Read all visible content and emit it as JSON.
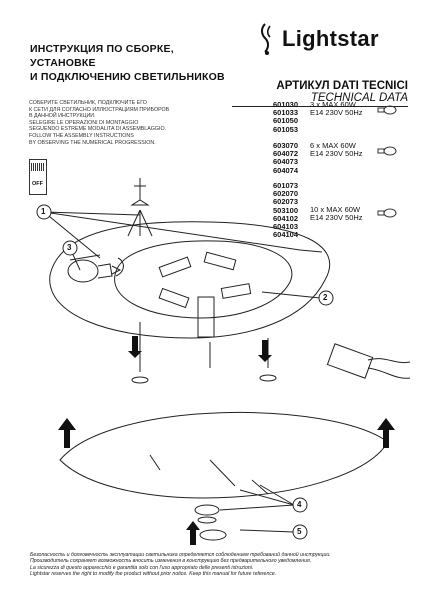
{
  "header": {
    "title_lines": [
      "ИНСТРУКЦИЯ ПО СБОРКЕ, УСТАНОВКЕ",
      "И  ПОДКЛЮЧЕНИЮ  СВЕТИЛЬНИКОВ"
    ],
    "brand": "Lightstar",
    "article_label": "АРТИКУЛ DATI TECNICI",
    "article_sub": "TECHNICAL DATA"
  },
  "model_groups": [
    {
      "codes": [
        "601030",
        "601033",
        "601050",
        "601053"
      ],
      "spec_lines": [
        "3 x MAX 60W",
        "E14 230V 50Hz"
      ]
    },
    {
      "codes": [
        "603070",
        "604072",
        "604073",
        "604074"
      ],
      "spec_lines": [
        "6 x MAX 60W",
        "E14 230V 50Hz"
      ]
    },
    {
      "codes": [
        "601073",
        "602070",
        "602073",
        "503100",
        "604102",
        "604103",
        "604104"
      ],
      "spec_lines": [
        "10 x MAX 60W",
        "E14 230V 50Hz"
      ]
    }
  ],
  "warning_lines": [
    "СОБЕРИТЕ СВЕТИЛЬНИК, ПОДКЛЮЧИТЕ ЕГО",
    "К СЕТИ ДЛЯ СОГЛАСНО ИЛЛЮСТРАЦИЯМ ПРИБОРОВ",
    "В ДАННОЙ ИНСТРУКЦИИ.",
    "SELEGIRE LE OPERAZIONI DI MONTAGGIO",
    "SEGUENDO ESTREME MODALITA DI ASSEMBLAGGIO.",
    "FOLLOW THE ASSEMBLY INSTRUCTIONS",
    "BY OBSERVING THE NUMERICAL PROGRESSION."
  ],
  "switch_label": "OFF",
  "callouts": [
    "1",
    "2",
    "3",
    "4",
    "5"
  ],
  "footer_lines": [
    "Безопасность и долговечность эксплуатации светильника определяется соблюдением требований данной инструкции.",
    "Производитель сохраняет возможность вносить изменения в конструкцию без предварительного уведомления.",
    "La sicurezza di questo apparecchio e garantita solo con l'uso appropriato delle presenti istruzioni.",
    "Lightstar reserves the right to modify the product without prior notice. Keep this manual for future reference."
  ]
}
